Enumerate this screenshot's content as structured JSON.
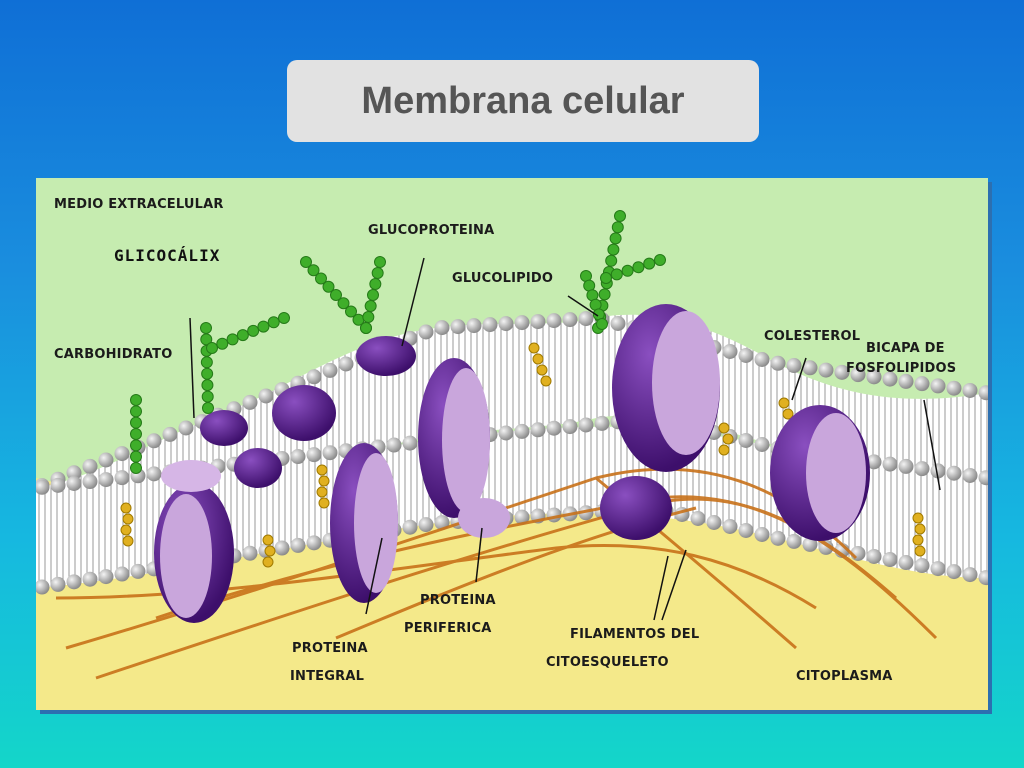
{
  "title": "Membrana celular",
  "diagram": {
    "labels": {
      "medio_extracelular": "MEDIO EXTRACELULAR",
      "glucoproteina": "GLUCOPROTEINA",
      "glucolipido": "GLUCOLIPIDO",
      "carbohidrato": "CARBOHIDRATO",
      "colesterol": "COLESTEROL",
      "bicapa_line1": "BICAPA DE",
      "bicapa_line2": "FOSFOLIPIDOS",
      "proteina_periferica_line1": "PROTEINA",
      "proteina_periferica_line2": "PERIFERICA",
      "proteina_integral_line1": "PROTEINA",
      "proteina_integral_line2": "INTEGRAL",
      "filamentos_line1": "FILAMENTOS DEL",
      "filamentos_line2": "CITOESQUELETO",
      "citoplasma": "CITOPLASMA"
    },
    "glicocalix": "GLICOCÁLIX",
    "colors": {
      "extracellular": "#c6ecb0",
      "cytoplasm": "#f4e98a",
      "protein_dark": "#5a1f8c",
      "protein_light": "#c9a6dc",
      "carbohydrate": "#3fae2a",
      "cholesterol": "#e0b020",
      "filament": "#c8721a",
      "phospholipid_head": "#a9a9a9"
    }
  }
}
